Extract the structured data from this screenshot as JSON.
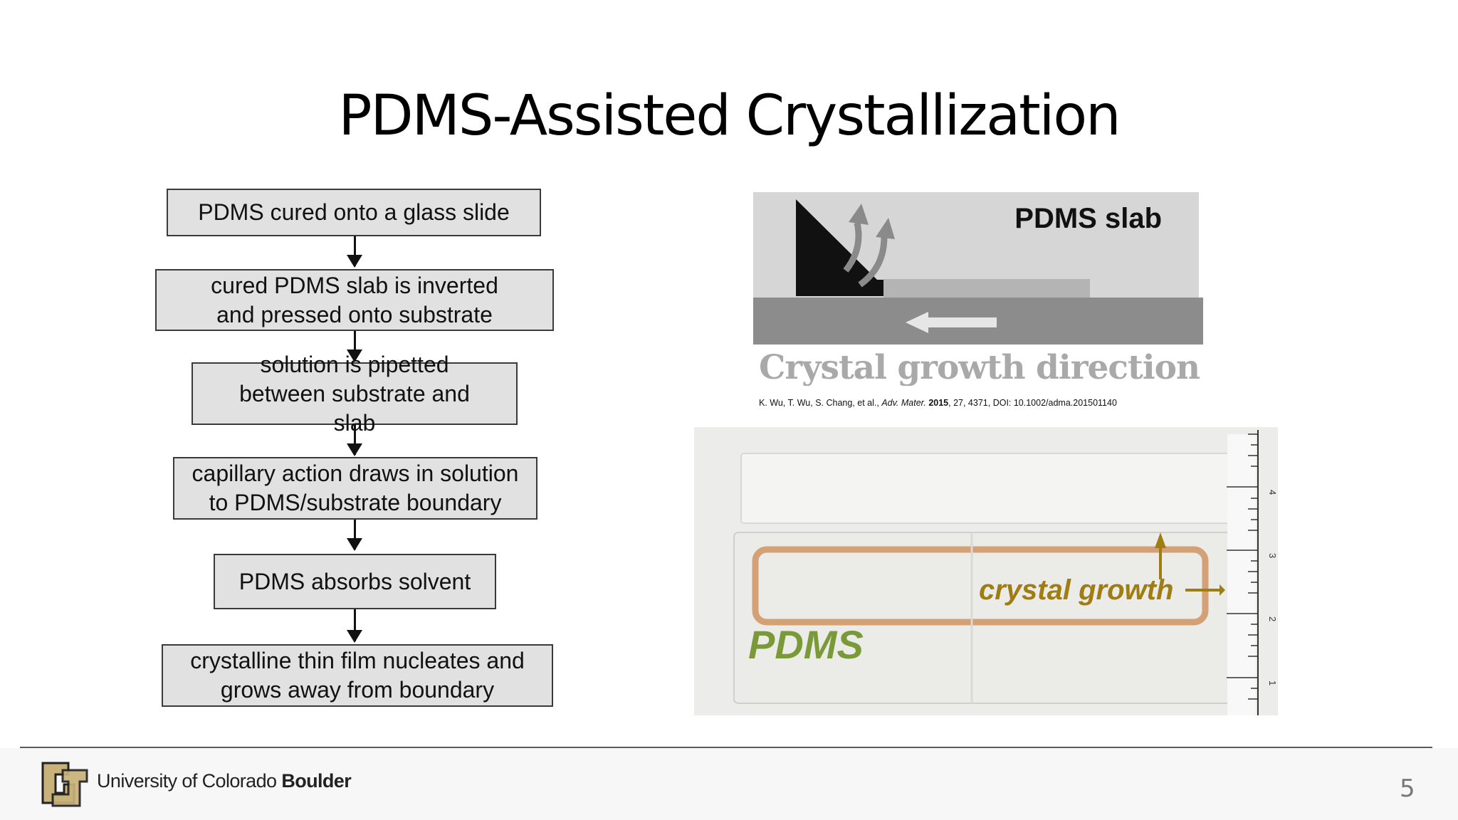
{
  "slide": {
    "title": "PDMS-Assisted Crystallization",
    "page_number": "5"
  },
  "flowchart": {
    "steps": [
      "PDMS cured onto a glass slide",
      "cured PDMS slab is inverted and pressed onto substrate",
      "solution is pipetted between substrate and slab",
      "capillary action draws in solution to PDMS/substrate boundary",
      "PDMS absorbs solvent",
      "crystalline thin film nucleates and grows away from boundary"
    ]
  },
  "diagram": {
    "slab_label": "PDMS slab",
    "direction_label": "Crystal growth direction"
  },
  "citation": {
    "authors": "K. Wu, T. Wu, S. Chang, et al., ",
    "journal": "Adv. Mater.",
    "year": "2015",
    "rest": ", 27, 4371,  DOI: 10.1002/adma.201501140"
  },
  "photo": {
    "growth_label": "crystal growth",
    "pdms_label": "PDMS",
    "ruler_labels": [
      "4",
      "3",
      "2",
      "1"
    ]
  },
  "footer": {
    "university": "University of Colorado ",
    "campus": "Boulder"
  },
  "colors": {
    "box_fill": "#e1e1e1",
    "growth_gold": "#a07d10",
    "pdms_green": "#7a9a3a",
    "diagram_gray": "#8c8c8c"
  }
}
